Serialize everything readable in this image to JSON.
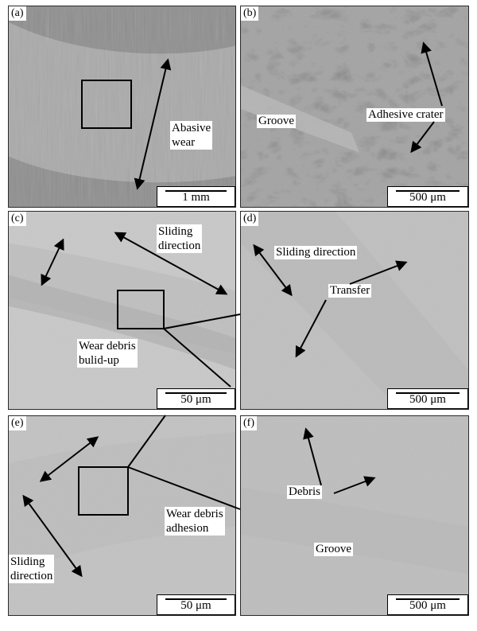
{
  "panels": {
    "a": {
      "label": "(a)",
      "scale": "1 mm",
      "annotation_line1": "Abasive",
      "annotation_line2": "wear"
    },
    "b": {
      "label": "(b)",
      "scale": "500 μm",
      "groove": "Groove",
      "crater": "Adhesive crater"
    },
    "c": {
      "label": "(c)",
      "scale": "50 μm",
      "sliding_line1": "Sliding",
      "sliding_line2": "direction",
      "debris_line1": "Wear debris",
      "debris_line2": "bulid-up"
    },
    "d": {
      "label": "(d)",
      "scale": "500 μm",
      "sliding": "Sliding direction",
      "transfer": "Transfer"
    },
    "e": {
      "label": "(e)",
      "scale": "50 μm",
      "debris_line1": "Wear debris",
      "debris_line2": "adhesion",
      "sliding_line1": "Sliding",
      "sliding_line2": "direction"
    },
    "f": {
      "label": "(f)",
      "scale": "500 μm",
      "debris": "Debris",
      "groove": "Groove"
    }
  }
}
